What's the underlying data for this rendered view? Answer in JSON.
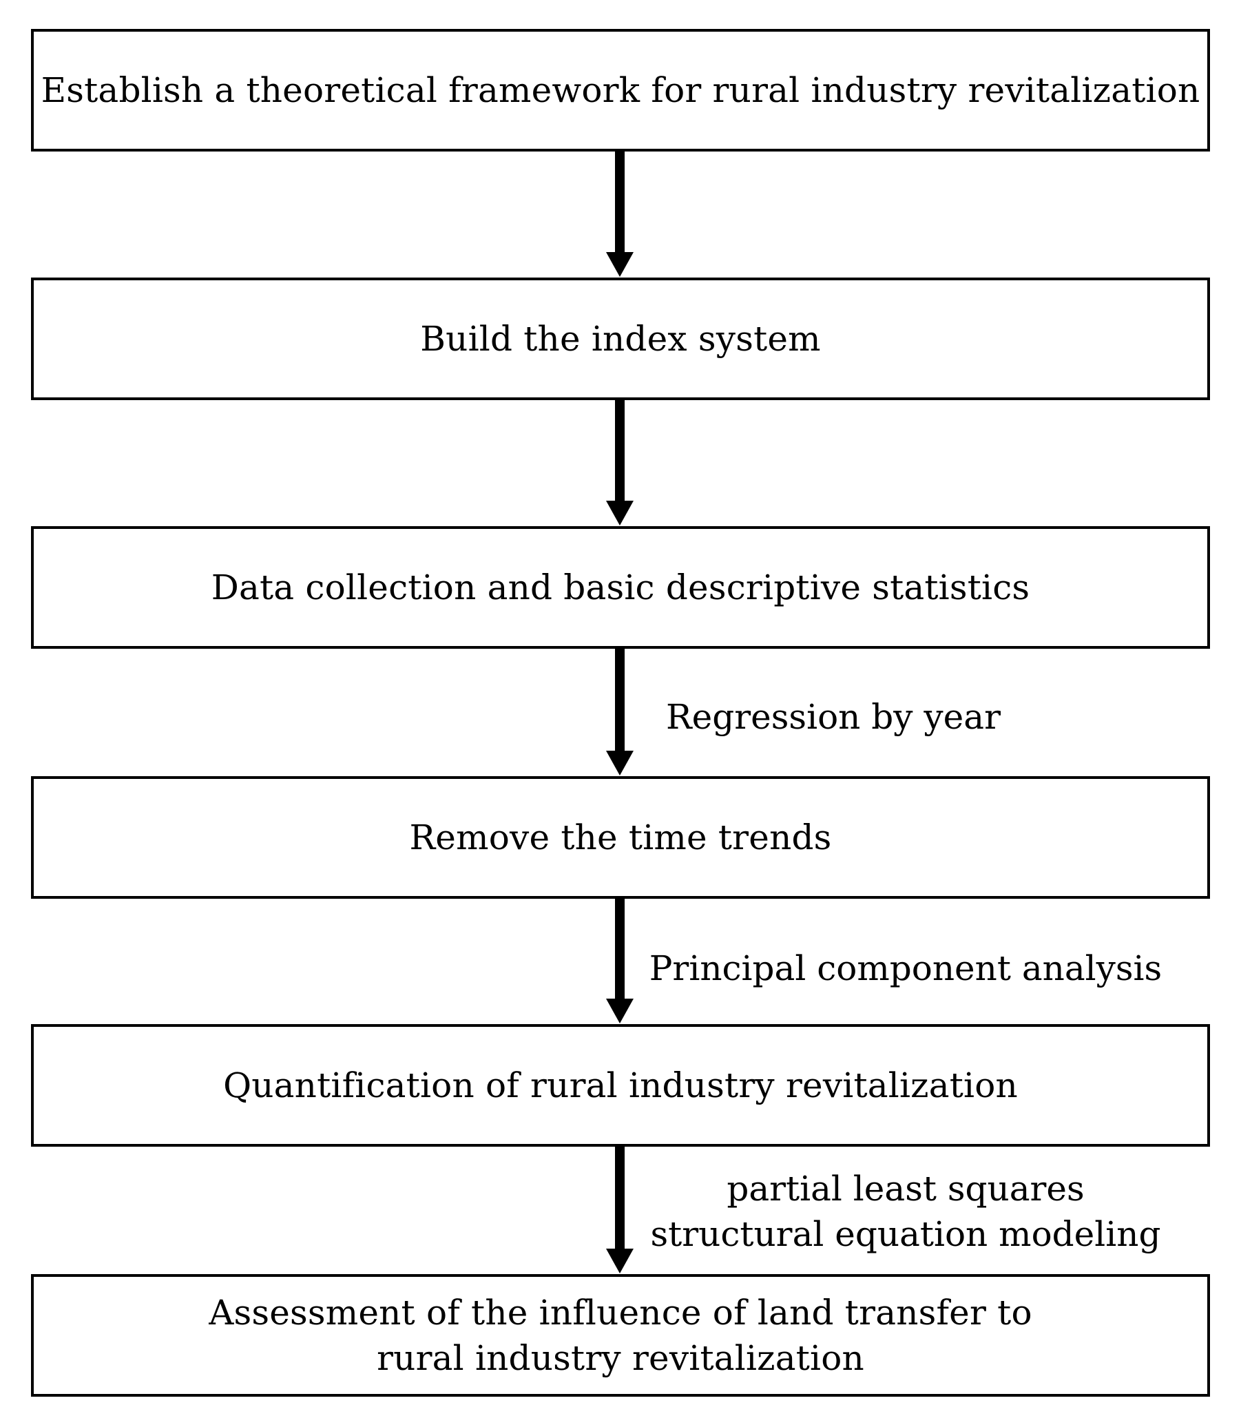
{
  "steps": [
    {
      "label": "Establish a theoretical framework for rural industry revitalization"
    },
    {
      "label": "Build the index system"
    },
    {
      "label": "Data collection and basic descriptive statistics"
    },
    {
      "label": "Remove the time trends"
    },
    {
      "label": "Quantification of rural industry revitalization"
    },
    {
      "label": "Assessment of the influence of land transfer to\nrural industry revitalization"
    }
  ],
  "transitions": [
    {
      "from": 0,
      "to": 1,
      "label": ""
    },
    {
      "from": 1,
      "to": 2,
      "label": ""
    },
    {
      "from": 2,
      "to": 3,
      "label": "Regression by year"
    },
    {
      "from": 3,
      "to": 4,
      "label": "Principal component analysis"
    },
    {
      "from": 4,
      "to": 5,
      "label": "partial least squares\nstructural equation modeling"
    }
  ]
}
